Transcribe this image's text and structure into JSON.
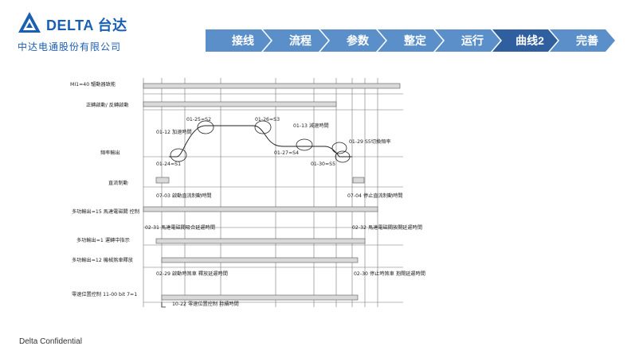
{
  "brand": {
    "name": "DELTA",
    "name_cn": "台达",
    "company": "中达电通股份有限公司",
    "colors": {
      "primary": "#1a5fb4",
      "step": "#5b8fc9",
      "step_active": "#2f5f9e"
    }
  },
  "steps": [
    {
      "label": "接线",
      "active": false
    },
    {
      "label": "流程",
      "active": false
    },
    {
      "label": "参数",
      "active": false
    },
    {
      "label": "整定",
      "active": false
    },
    {
      "label": "运行",
      "active": false
    },
    {
      "label": "曲线2",
      "active": true
    },
    {
      "label": "完善",
      "active": false
    }
  ],
  "diagram": {
    "rows": [
      "MI1=40 驅動器致能",
      "正轉啟動/ 反轉啟動",
      "頻率輸出",
      "直流制動",
      "多功輸出=15 馬達電磁閥 控制",
      "多功輸出=1 運轉中指示",
      "多功輸出=12 機械煞車釋放",
      "零速位置控制 11-00 bit 7=1"
    ],
    "annotations": {
      "p0125": "01-25=S2",
      "p0126": "01-26=S3",
      "p0112": "01-12 加速時間",
      "p0113": "01-13 減速時間",
      "p0124": "01-24=S1",
      "p0127": "01-27=S4",
      "p0129": "01-29 S5切換頻率",
      "p0130": "01-30=S5",
      "p0703": "07-03 啟動直流制動時間",
      "p0704": "07-04 停止直流制動時間",
      "p0231": "02-31 馬達電磁閥吸合延遲時間",
      "p0232": "02-32 馬達電磁閥放開延遲時間",
      "p0229": "02-29 啟動時煞車 釋放延遲時間",
      "p0230": "02-30 停止時煞車 抱閘延遲時間",
      "p1022": "10-22 零速位置控制 持續時間"
    }
  },
  "footer": {
    "text": "Delta Confidential"
  }
}
